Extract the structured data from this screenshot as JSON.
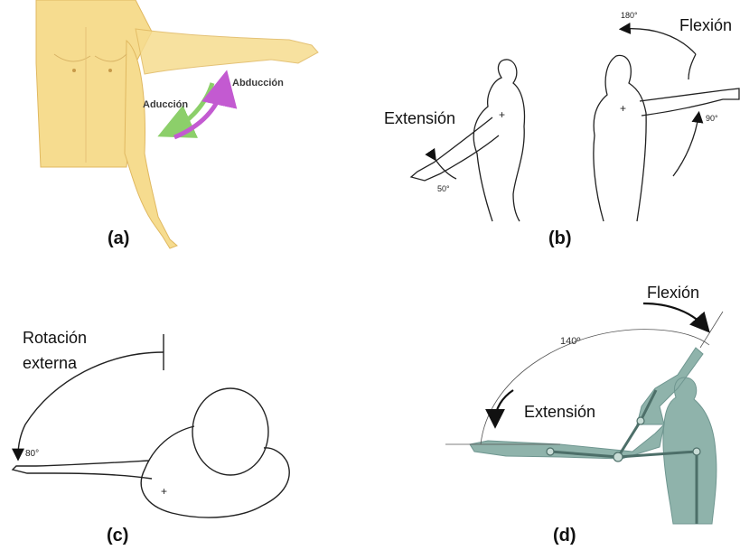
{
  "panels": [
    {
      "id": "a",
      "label": "(a)",
      "annotations": {
        "adduction": "Aducción",
        "abduction": "Abducción"
      },
      "colors": {
        "skin": "#f6dc8f",
        "adduction_arrow": "#8ccf6a",
        "abduction_arrow": "#c35ad1"
      }
    },
    {
      "id": "b",
      "label": "(b)",
      "annotations": {
        "extension": "Extensión",
        "flexion": "Flexión",
        "angle_ext": "50°",
        "angle_flex_90": "90°",
        "angle_flex_180": "180°"
      }
    },
    {
      "id": "c",
      "label": "(c)",
      "annotations": {
        "rotation_line1": "Rotación",
        "rotation_line2": "externa",
        "angle": "80°"
      }
    },
    {
      "id": "d",
      "label": "(d)",
      "annotations": {
        "flexion": "Flexión",
        "extension": "Extensión",
        "angle": "140º"
      },
      "colors": {
        "figure": "#8fb3ab"
      }
    }
  ]
}
